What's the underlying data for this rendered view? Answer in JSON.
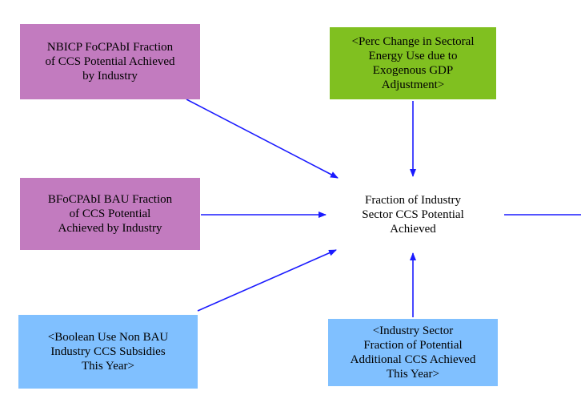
{
  "colors": {
    "purple": "#c27bbf",
    "green": "#80c020",
    "blue": "#80c0ff",
    "arrow": "#1a1aff"
  },
  "nodes": {
    "nbicp": {
      "lines": [
        "NBICP FoCPAbI Fraction",
        "of CCS Potential Achieved",
        "by Industry"
      ]
    },
    "perc_change": {
      "lines": [
        "<Perc Change in Sectoral",
        "Energy Use due to",
        "Exogenous GDP",
        "Adjustment>"
      ]
    },
    "bfocpabi": {
      "lines": [
        "BFoCPAbI BAU Fraction",
        "of CCS Potential",
        "Achieved by Industry"
      ]
    },
    "center": {
      "lines": [
        "Fraction of Industry",
        "Sector CCS Potential",
        "Achieved"
      ]
    },
    "boolean": {
      "lines": [
        "<Boolean Use Non BAU",
        "Industry CCS Subsidies",
        "This Year>"
      ]
    },
    "industry_sector": {
      "lines": [
        "<Industry Sector",
        "Fraction of Potential",
        "Additional CCS Achieved",
        "This Year>"
      ]
    }
  }
}
